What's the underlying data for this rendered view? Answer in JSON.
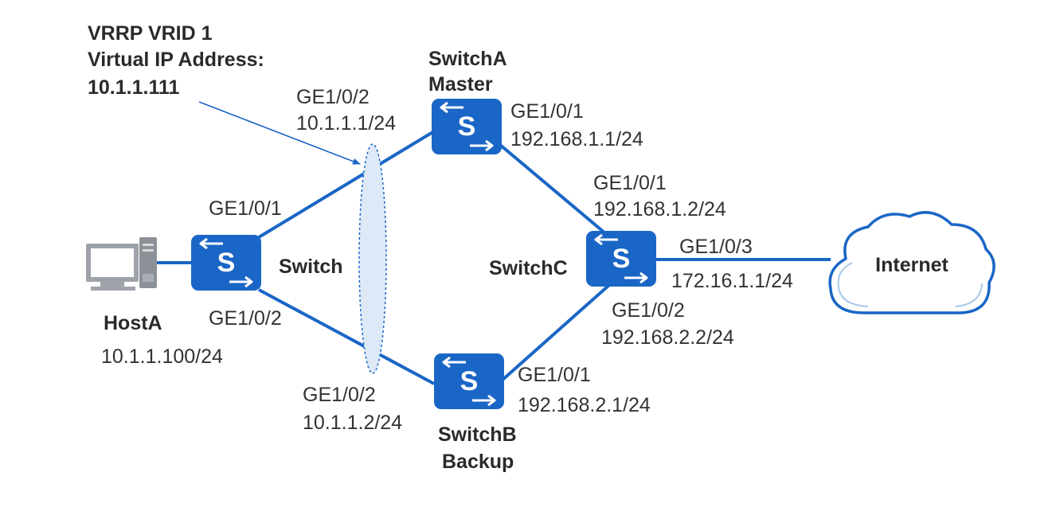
{
  "vrrp": {
    "line1": "VRRP VRID 1",
    "line2": "Virtual IP Address:",
    "line3": "10.1.1.111"
  },
  "host": {
    "name": "HostA",
    "ip": "10.1.1.100/24"
  },
  "switch": {
    "name": "Switch",
    "port_up": "GE1/0/1",
    "port_down": "GE1/0/2"
  },
  "switch_a": {
    "name": "SwitchA",
    "role": "Master",
    "left_port": "GE1/0/2",
    "left_ip": "10.1.1.1/24",
    "right_port": "GE1/0/1",
    "right_ip": "192.168.1.1/24"
  },
  "switch_b": {
    "name": "SwitchB",
    "role": "Backup",
    "left_port": "GE1/0/2",
    "left_ip": "10.1.1.2/24",
    "right_port": "GE1/0/1",
    "right_ip": "192.168.2.1/24"
  },
  "switch_c": {
    "name": "SwitchC",
    "top_port": "GE1/0/1",
    "top_ip": "192.168.1.2/24",
    "bottom_port": "GE1/0/2",
    "bottom_ip": "192.168.2.2/24",
    "right_port": "GE1/0/3",
    "right_ip": "172.16.1.1/24"
  },
  "internet": {
    "name": "Internet"
  },
  "colors": {
    "link": "#1a66c6",
    "switch_fill": "#1a66c6",
    "ellipse_fill": "#dde9f7"
  },
  "icons": {
    "host": "computer-icon",
    "switch": "switch-icon",
    "internet": "cloud-icon"
  }
}
